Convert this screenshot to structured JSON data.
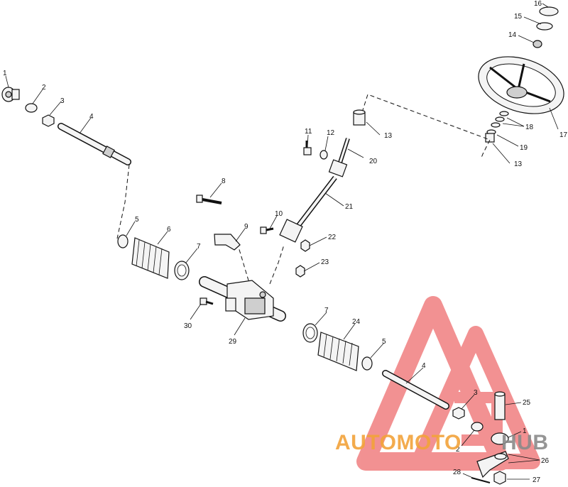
{
  "diagram": {
    "labels": [
      "1",
      "2",
      "3",
      "4",
      "5",
      "6",
      "7",
      "8",
      "9",
      "10",
      "11",
      "12",
      "13",
      "14",
      "15",
      "16",
      "17",
      "18",
      "19",
      "20",
      "21",
      "22",
      "23",
      "24",
      "25",
      "26",
      "27",
      "28",
      "29",
      "30"
    ],
    "callouts": [
      {
        "text": "1"
      },
      {
        "text": "2"
      },
      {
        "text": "3"
      },
      {
        "text": "4"
      },
      {
        "text": "5"
      },
      {
        "text": "6"
      },
      {
        "text": "7"
      },
      {
        "text": "8"
      },
      {
        "text": "9"
      },
      {
        "text": "10"
      },
      {
        "text": "11"
      },
      {
        "text": "12"
      },
      {
        "text": "13"
      },
      {
        "text": "20"
      },
      {
        "text": "21"
      },
      {
        "text": "22"
      },
      {
        "text": "23"
      },
      {
        "text": "29"
      },
      {
        "text": "30"
      },
      {
        "text": "7"
      },
      {
        "text": "24"
      },
      {
        "text": "5"
      },
      {
        "text": "4"
      },
      {
        "text": "3"
      },
      {
        "text": "25"
      },
      {
        "text": "2"
      },
      {
        "text": "1"
      },
      {
        "text": "26"
      },
      {
        "text": "27"
      },
      {
        "text": "28"
      },
      {
        "text": "16"
      },
      {
        "text": "15"
      },
      {
        "text": "14"
      },
      {
        "text": "18"
      },
      {
        "text": "17"
      },
      {
        "text": "19"
      },
      {
        "text": "13"
      }
    ]
  },
  "watermark": {
    "word_a": "AUTOMOTO",
    "word_b": "HUB",
    "color_a": "#f2a33a",
    "color_b": "#8a8a8a",
    "logo_color": "#e8393a"
  }
}
